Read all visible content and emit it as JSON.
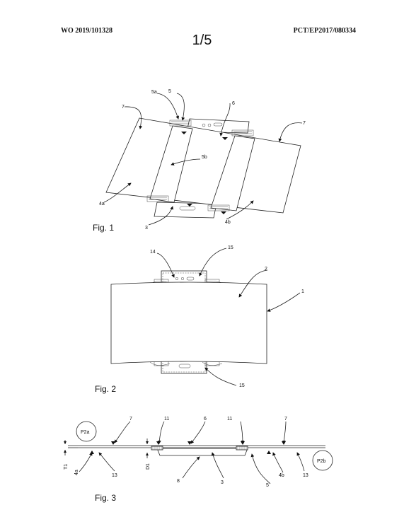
{
  "header": {
    "publication_number": "WO 2019/101328",
    "application_number": "PCT/EP2017/080334",
    "sheet": "1/5"
  },
  "figures": {
    "fig1": {
      "caption": "Fig. 1",
      "labels": [
        "5a",
        "5",
        "6",
        "7",
        "7",
        "5b",
        "4a",
        "3",
        "4b"
      ]
    },
    "fig2": {
      "caption": "Fig. 2",
      "labels": [
        "14",
        "15",
        "2",
        "1",
        "15"
      ]
    },
    "fig3": {
      "caption": "Fig. 3",
      "labels": [
        "7",
        "11",
        "6",
        "11",
        "7",
        "P2a",
        "P2b",
        "T1",
        "D1",
        "4a",
        "13",
        "8",
        "3",
        "5",
        "4b",
        "13"
      ]
    }
  }
}
